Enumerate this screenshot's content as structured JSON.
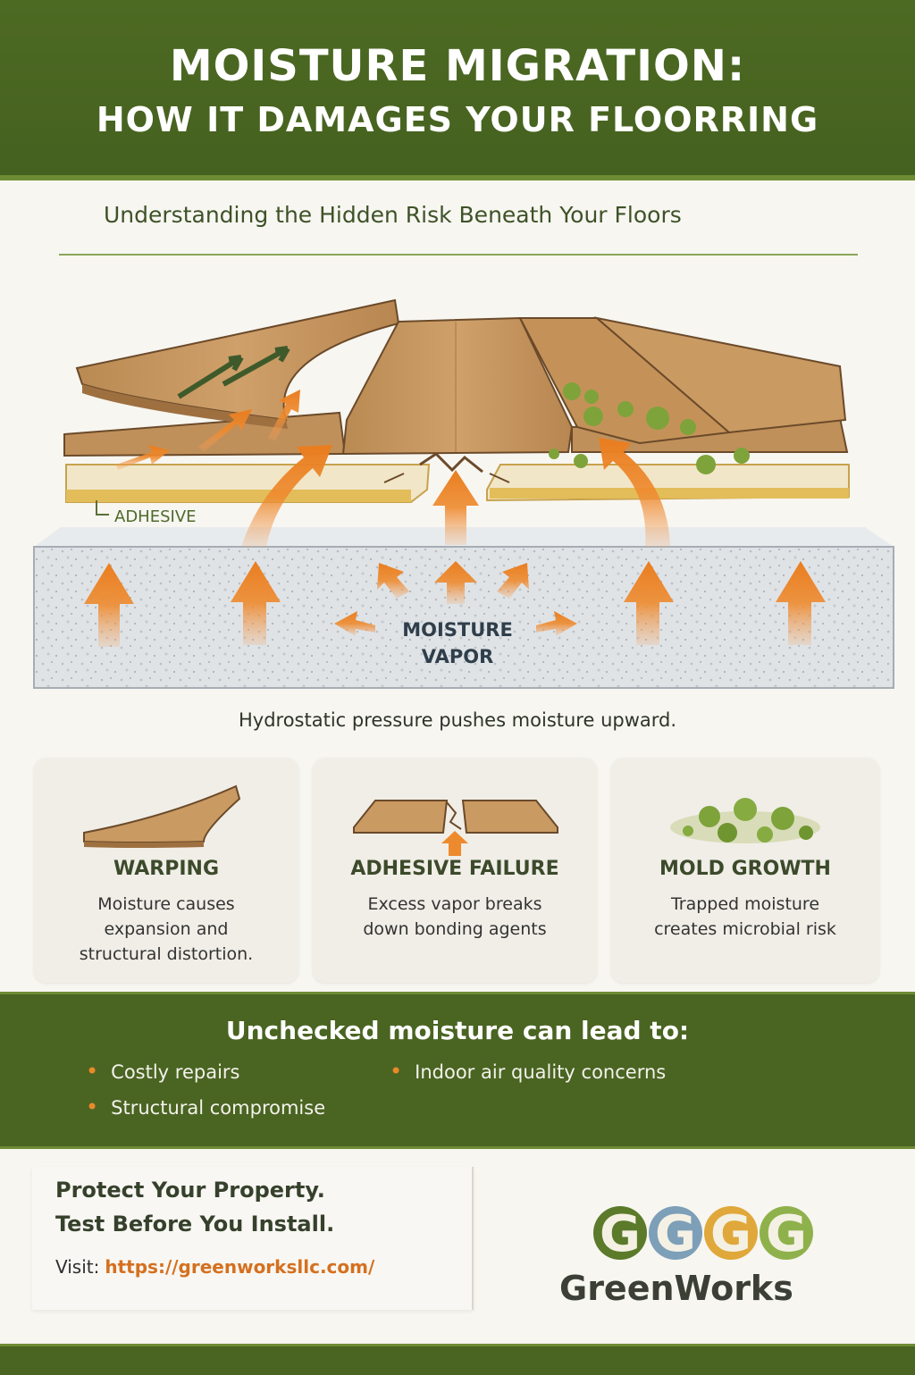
{
  "header": {
    "title_line1": "MOISTURE MIGRATION:",
    "title_line2": "HOW IT DAMAGES YOUR FLOORRING"
  },
  "subtitle": "Understanding the Hidden Risk Beneath Your Floors",
  "illustration": {
    "adhesive_label": "ADHESIVE",
    "vapor_label_line1": "MOISTURE",
    "vapor_label_line2": "VAPOR",
    "caption": "Hydrostatic pressure pushes moisture upward."
  },
  "cards": [
    {
      "title": "WARPING",
      "desc_lines": [
        "Moisture causes",
        "expansion and",
        "structural distortion."
      ]
    },
    {
      "title": "ADHESIVE FAILURE",
      "desc_lines": [
        "Excess vapor breaks",
        "down bonding agents"
      ]
    },
    {
      "title": "MOLD GROWTH",
      "desc_lines": [
        "Trapped moisture",
        "creates microbial risk"
      ]
    }
  ],
  "band": {
    "title": "Unchecked moisture can lead to:",
    "bullets": [
      "Costly repairs",
      "Structural compromise",
      "Indoor air quality concerns"
    ]
  },
  "footer": {
    "line1": "Protect Your Property.",
    "line2": "Test Before You Install.",
    "visit_label": "Visit:",
    "url": "https://greenworksllc.com/",
    "brand_name": "GreenWorks",
    "logo_letter": "G"
  },
  "colors": {
    "green_dark": "#4a6422",
    "accent_orange": "#e88a2a",
    "wood": "#c99a62",
    "mold_green": "#7ea33a"
  },
  "icons": [
    "warped-board-icon",
    "cracked-board-icon",
    "mold-cluster-icon",
    "moisture-arrow-icon"
  ]
}
